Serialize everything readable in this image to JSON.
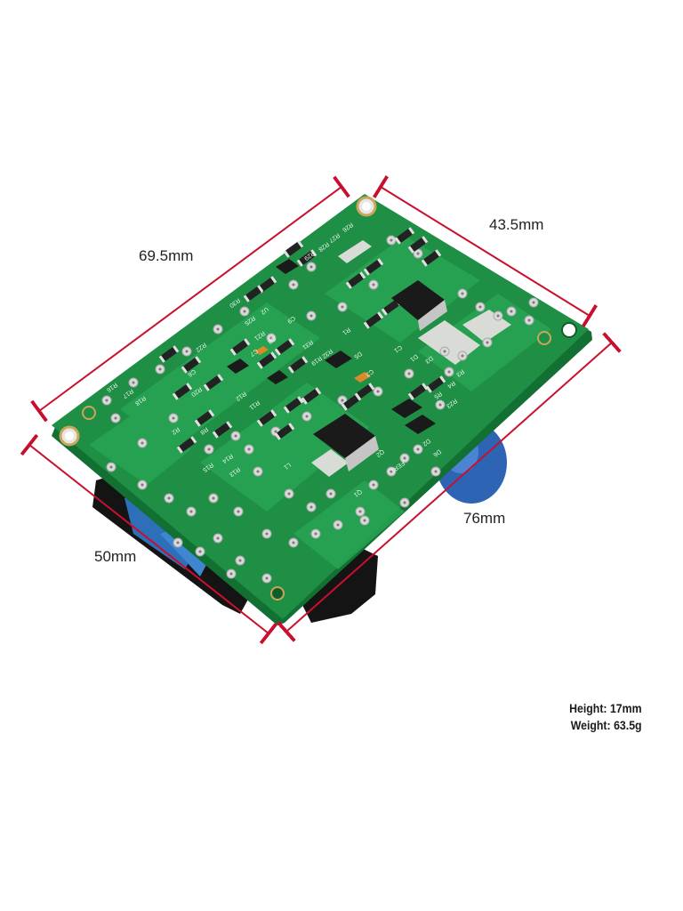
{
  "dimensions": {
    "length_top": "69.5mm",
    "width_top": "43.5mm",
    "length_bottom": "76mm",
    "width_bottom": "50mm",
    "line_color": "#c8102e"
  },
  "specs": {
    "height": "Height: 17mm",
    "weight": "Weight: 63.5g"
  },
  "board": {
    "pcb_color": "#1e8f45",
    "silkscreen_labels": [
      "R26",
      "R27",
      "R28",
      "R29",
      "R30",
      "U2",
      "R25",
      "C9",
      "R31",
      "R32",
      "C8",
      "R19",
      "C7",
      "R21",
      "R22",
      "C6",
      "R20",
      "R18",
      "R17",
      "R16",
      "R2",
      "R8",
      "R15",
      "R14",
      "R13",
      "R11",
      "R12",
      "C3",
      "D5",
      "R1",
      "C1",
      "D1",
      "D3",
      "R3",
      "R4",
      "R5",
      "R23",
      "D2",
      "D6",
      "FER1",
      "Q1",
      "L1",
      "Q2"
    ]
  }
}
